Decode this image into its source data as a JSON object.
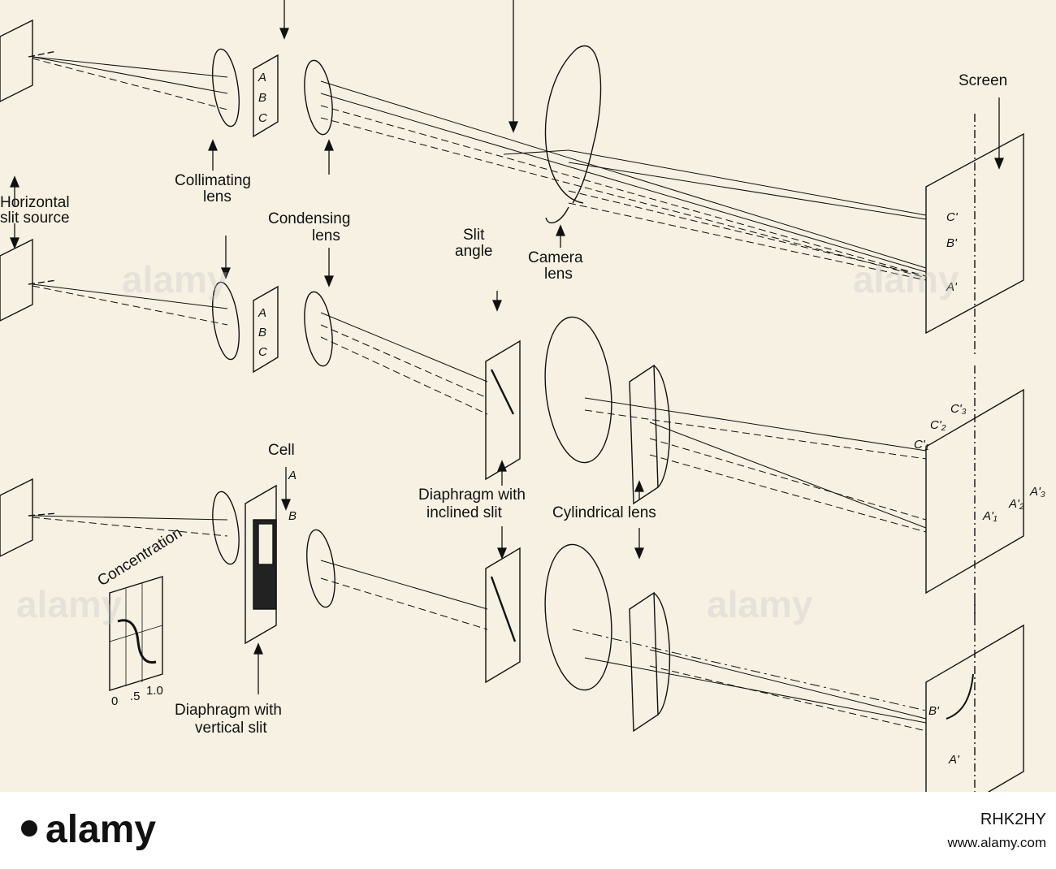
{
  "diagram": {
    "labels": {
      "horizontal_slit_source": [
        "Horizontal",
        "slit source"
      ],
      "collimating_lens": [
        "Collimating",
        "lens"
      ],
      "condensing_lens": [
        "Condensing",
        "lens"
      ],
      "screen": "Screen",
      "slit_angle": [
        "Slit",
        "angle"
      ],
      "camera_lens": [
        "Camera",
        "lens"
      ],
      "cell": "Cell",
      "diaphragm_inclined": [
        "Diaphragm with",
        "inclined slit"
      ],
      "cylindrical_lens": "Cylindrical lens",
      "diaphragm_vertical": [
        "Diaphragm  with",
        "vertical slit"
      ],
      "concentration": "Concentration"
    },
    "points": {
      "a": "A",
      "b": "B",
      "c": "C",
      "a_prime": "A'",
      "b_prime": "B'",
      "c_prime": "C'",
      "c1": "C'₁",
      "c2": "C'₂",
      "c3": "C'₃",
      "a1": "A'₁",
      "a2": "A'₂",
      "a3": "A'₃"
    },
    "concentration_axis": [
      "0",
      ".5",
      "1.0"
    ]
  },
  "watermark": {
    "brand": "alamy",
    "image_id": "RHK2HY",
    "url": "www.alamy.com"
  },
  "colors": {
    "paper": "#f6f1e2",
    "ink": "#111111"
  }
}
